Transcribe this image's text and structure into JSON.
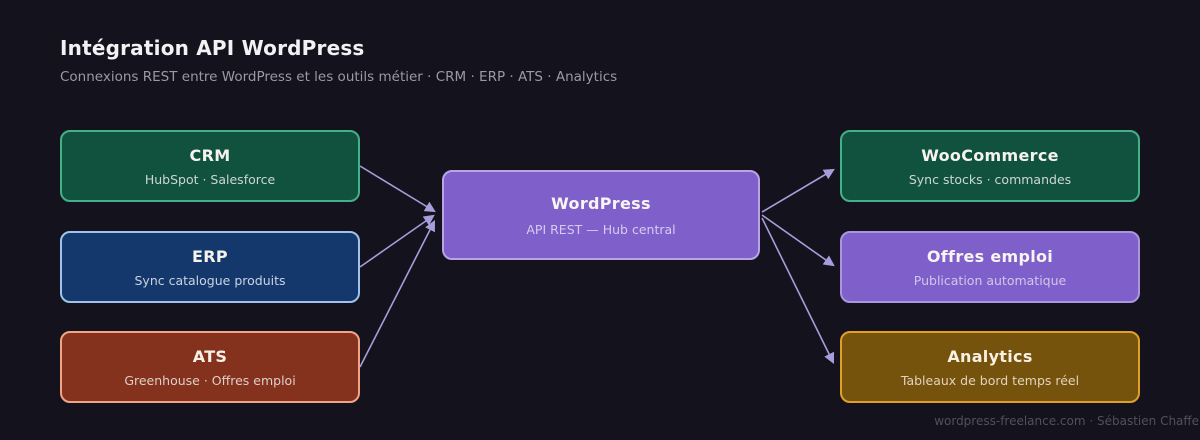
{
  "header": {
    "title": "Intégration API WordPress",
    "subtitle": "Connexions REST entre WordPress et les outils métier · CRM · ERP · ATS · Analytics"
  },
  "hub": {
    "title": "WordPress",
    "subtitle": "API REST — Hub central",
    "fill": "#7f5fc9",
    "border": "#b7a5e5",
    "title_color": "#f7f5f2",
    "subtitle_color": "#d7cbf0"
  },
  "sources": [
    {
      "title": "CRM",
      "subtitle": "HubSpot · Salesforce",
      "fill": "#11523f",
      "border": "#43b08a",
      "title_color": "#f6f3ee",
      "subtitle_color": "#ccd6d0"
    },
    {
      "title": "ERP",
      "subtitle": "Sync catalogue produits",
      "fill": "#14386b",
      "border": "#9fc3ea",
      "title_color": "#f6f3ee",
      "subtitle_color": "#c9d3e2"
    },
    {
      "title": "ATS",
      "subtitle": "Greenhouse · Offres emploi",
      "fill": "#84311d",
      "border": "#f0a587",
      "title_color": "#f8f1e6",
      "subtitle_color": "#ded0c8"
    }
  ],
  "targets": [
    {
      "title": "WooCommerce",
      "subtitle": "Sync stocks · commandes",
      "fill": "#11523f",
      "border": "#43b08a",
      "title_color": "#f6f3ee",
      "subtitle_color": "#ccd6d0"
    },
    {
      "title": "Offres emploi",
      "subtitle": "Publication automatique",
      "fill": "#7f5fc9",
      "border": "#ab96de",
      "title_color": "#f7f5f2",
      "subtitle_color": "#d2c6ea"
    },
    {
      "title": "Analytics",
      "subtitle": "Tableaux de bord temps réel",
      "fill": "#76530d",
      "border": "#dfa02a",
      "title_color": "#f8f1e2",
      "subtitle_color": "#e0d4bd"
    }
  ],
  "footer": {
    "credit": "wordpress-freelance.com · Sébastien Chaffer"
  },
  "colors": {
    "background": "#14121c",
    "title": "#f2f1f3",
    "subtitle": "#9b99a5",
    "arrow": "#a89ddb",
    "footer": "#524f61"
  }
}
